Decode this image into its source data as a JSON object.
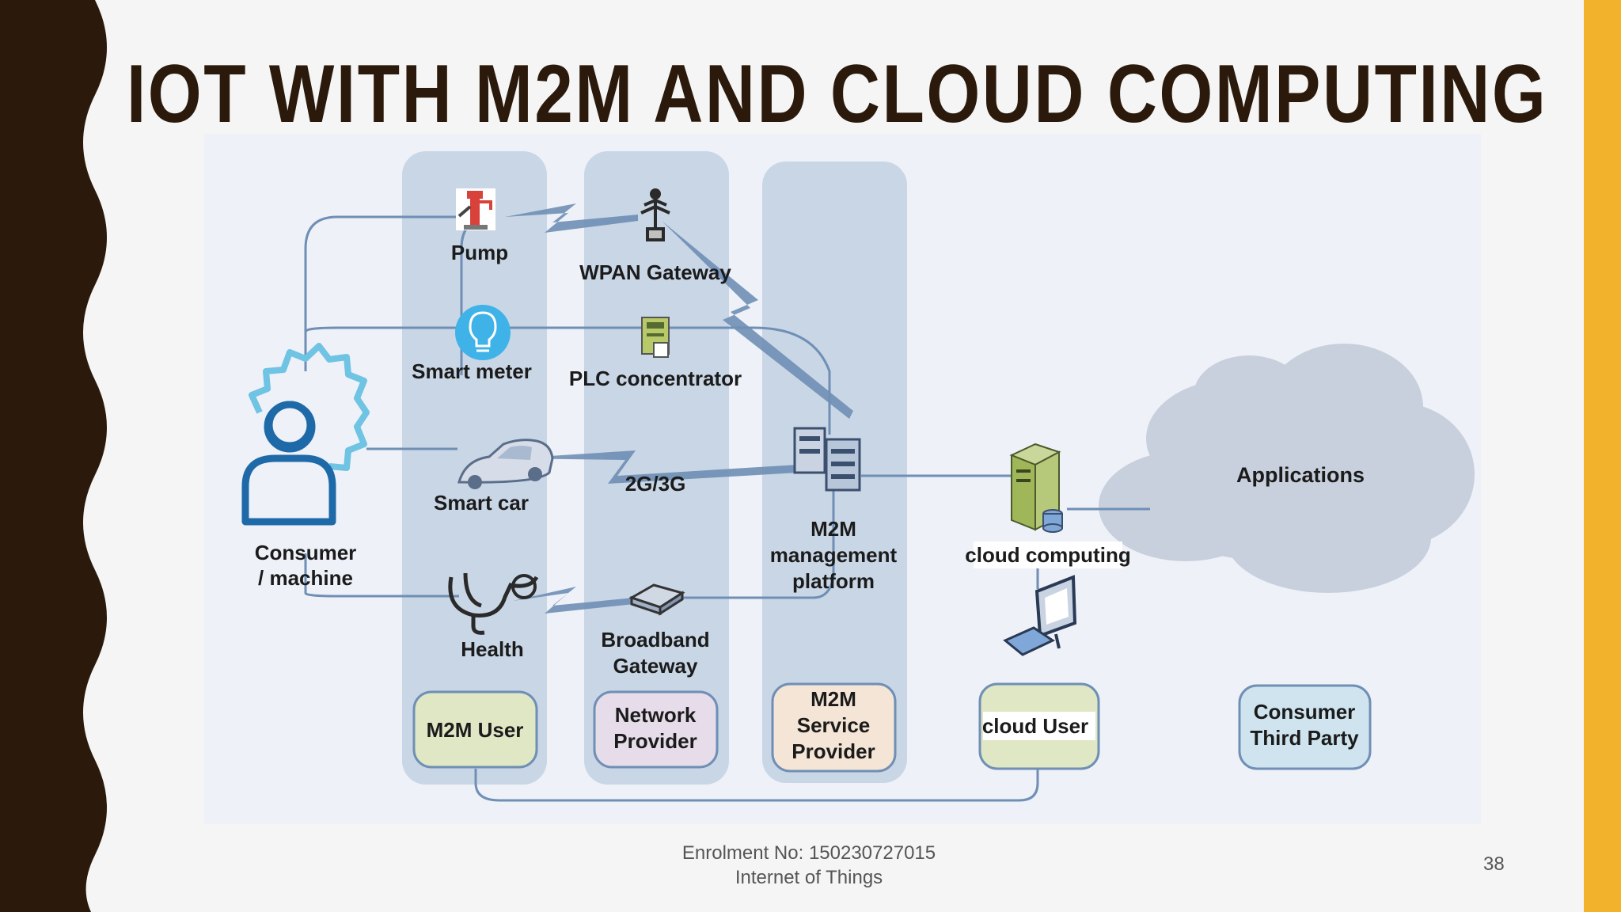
{
  "slide": {
    "title": "IOT WITH M2M AND CLOUD COMPUTING",
    "footer_line1": "Enrolment No: 150230727015",
    "footer_line2": "Internet of Things",
    "page_number": "38"
  },
  "colors": {
    "accent": "#f3b22b",
    "dark_band": "#2b1a0b",
    "title": "#2b1a0b",
    "column": "#c9d6e6",
    "line": "#6f8fb5"
  },
  "diagram": {
    "devices": {
      "pump": "Pump",
      "smart_meter": "Smart meter",
      "smart_car": "Smart car",
      "health": "Health"
    },
    "network": {
      "wpan_gateway": "WPAN Gateway",
      "plc_concentrator": "PLC concentrator",
      "cellular": "2G/3G",
      "broadband_line1": "Broadband",
      "broadband_line2": "Gateway"
    },
    "consumer_line1": "Consumer",
    "consumer_line2": "/ machine",
    "platform_line1": "M2M",
    "platform_line2": "management",
    "platform_line3": "platform",
    "cloud_computing": "cloud  computing",
    "applications": "Applications",
    "roles": {
      "m2m_user": "M2M User",
      "network_provider_line1": "Network",
      "network_provider_line2": "Provider",
      "service_provider_line1": "M2M",
      "service_provider_line2": "Service",
      "service_provider_line3": "Provider",
      "cloud_user": "cloud User",
      "third_party_line1": "Consumer",
      "third_party_line2": "Third Party"
    }
  }
}
